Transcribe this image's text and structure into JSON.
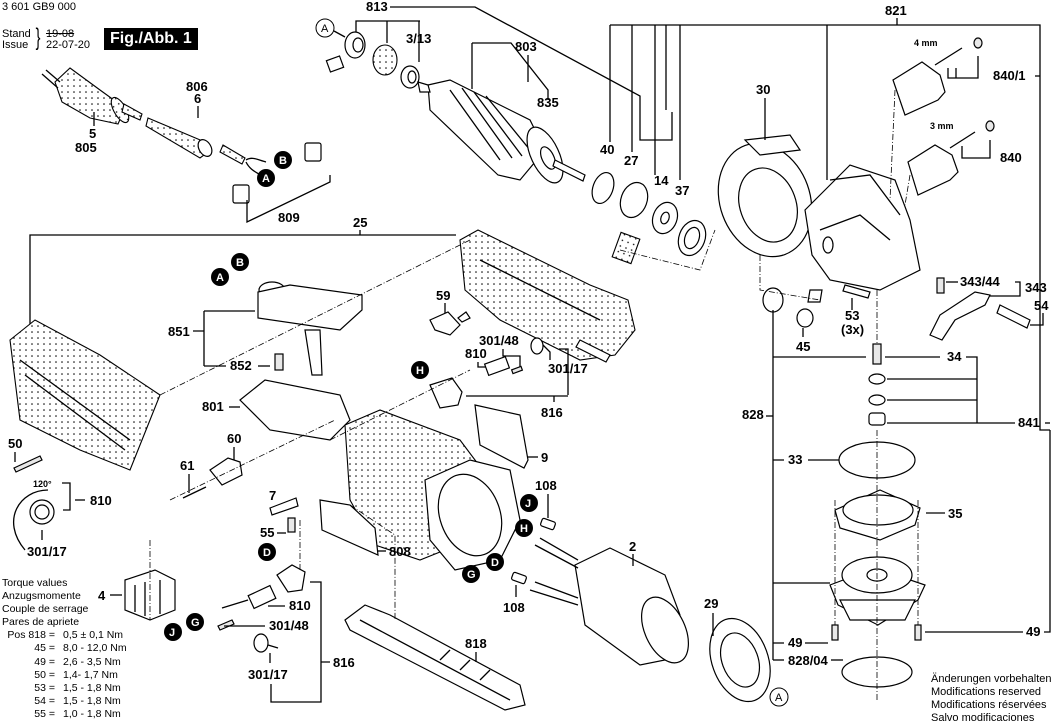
{
  "header": {
    "drawing_number": "3 601 GB9 000",
    "stand_label": "Stand",
    "issue_label": "Issue",
    "old_date": "19-08",
    "issue_date": "22-07-20",
    "figure_label": "Fig./Abb. 1"
  },
  "part_labels": {
    "p813": "813",
    "p803": "803",
    "p3_13": "3/13",
    "p835": "835",
    "p821": "821",
    "p840_1": "840/1",
    "p840": "840",
    "p4mm": "4 mm",
    "p3mm": "3 mm",
    "p30": "30",
    "p40": "40",
    "p27": "27",
    "p14": "14",
    "p37": "37",
    "p806": "806",
    "p6": "6",
    "p5": "5",
    "p805": "805",
    "p809": "809",
    "p25": "25",
    "p851": "851",
    "p852": "852",
    "p59": "59",
    "p301_48a": "301/48",
    "p810a": "810",
    "p301_17a": "301/17",
    "p816a": "816",
    "p801": "801",
    "p60": "60",
    "p61": "61",
    "p7": "7",
    "p55": "55",
    "p50": "50",
    "p120": "120°",
    "p810b": "810",
    "p301_17b": "301/17",
    "p9": "9",
    "p108a": "108",
    "p808": "808",
    "p2": "2",
    "p108b": "108",
    "p818": "818",
    "p4": "4",
    "p810c": "810",
    "p301_48b": "301/48",
    "p301_17c": "301/17",
    "p816b": "816",
    "p29": "29",
    "p53": "53",
    "p3x": "(3x)",
    "p45": "45",
    "p343_44": "343/44",
    "p343": "343",
    "p54": "54",
    "p34": "34",
    "p828": "828",
    "p841": "841",
    "p33": "33",
    "p35": "35",
    "p49a": "49",
    "p49b": "49",
    "p828_04": "828/04"
  },
  "connectors": {
    "A": "A",
    "B": "B",
    "D": "D",
    "G": "G",
    "H": "H",
    "J": "J"
  },
  "torque": {
    "title_en": "Torque values",
    "title_de": "Anzugsmomente",
    "title_fr": "Couple de serrage",
    "title_es": "Pares de apriete",
    "rows": [
      {
        "pos": "Pos 818 =",
        "value": "0,5 ± 0,1 Nm"
      },
      {
        "pos": "45 =",
        "value": "8,0 - 12,0 Nm"
      },
      {
        "pos": "49 =",
        "value": "2,6 - 3,5 Nm"
      },
      {
        "pos": "50 =",
        "value": "1,4- 1,7 Nm"
      },
      {
        "pos": "53 =",
        "value": "1,5 - 1,8 Nm"
      },
      {
        "pos": "54 =",
        "value": "1,5 - 1,8 Nm"
      },
      {
        "pos": "55 =",
        "value": "1,0 - 1,8 Nm"
      }
    ]
  },
  "modifications": {
    "de": "Änderungen vorbehalten",
    "en": "Modifications reserved",
    "fr": "Modifications réservées",
    "es": "Salvo modificaciones"
  }
}
